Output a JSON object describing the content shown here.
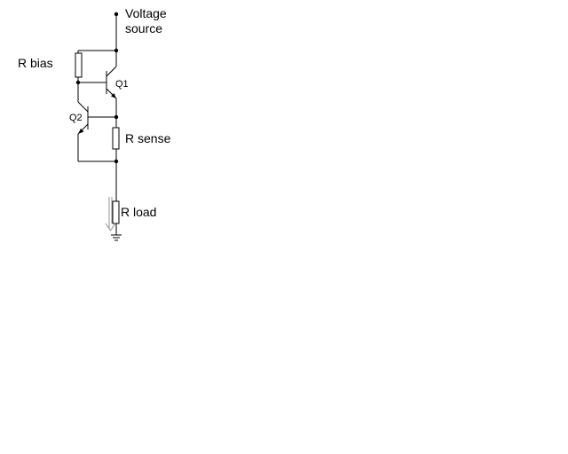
{
  "labels": {
    "voltage_source_line1": "Voltage",
    "voltage_source_line2": "source",
    "r_bias": "R bias",
    "q1": "Q1",
    "q2": "Q2",
    "r_sense": "R sense",
    "r_load": "R load"
  }
}
